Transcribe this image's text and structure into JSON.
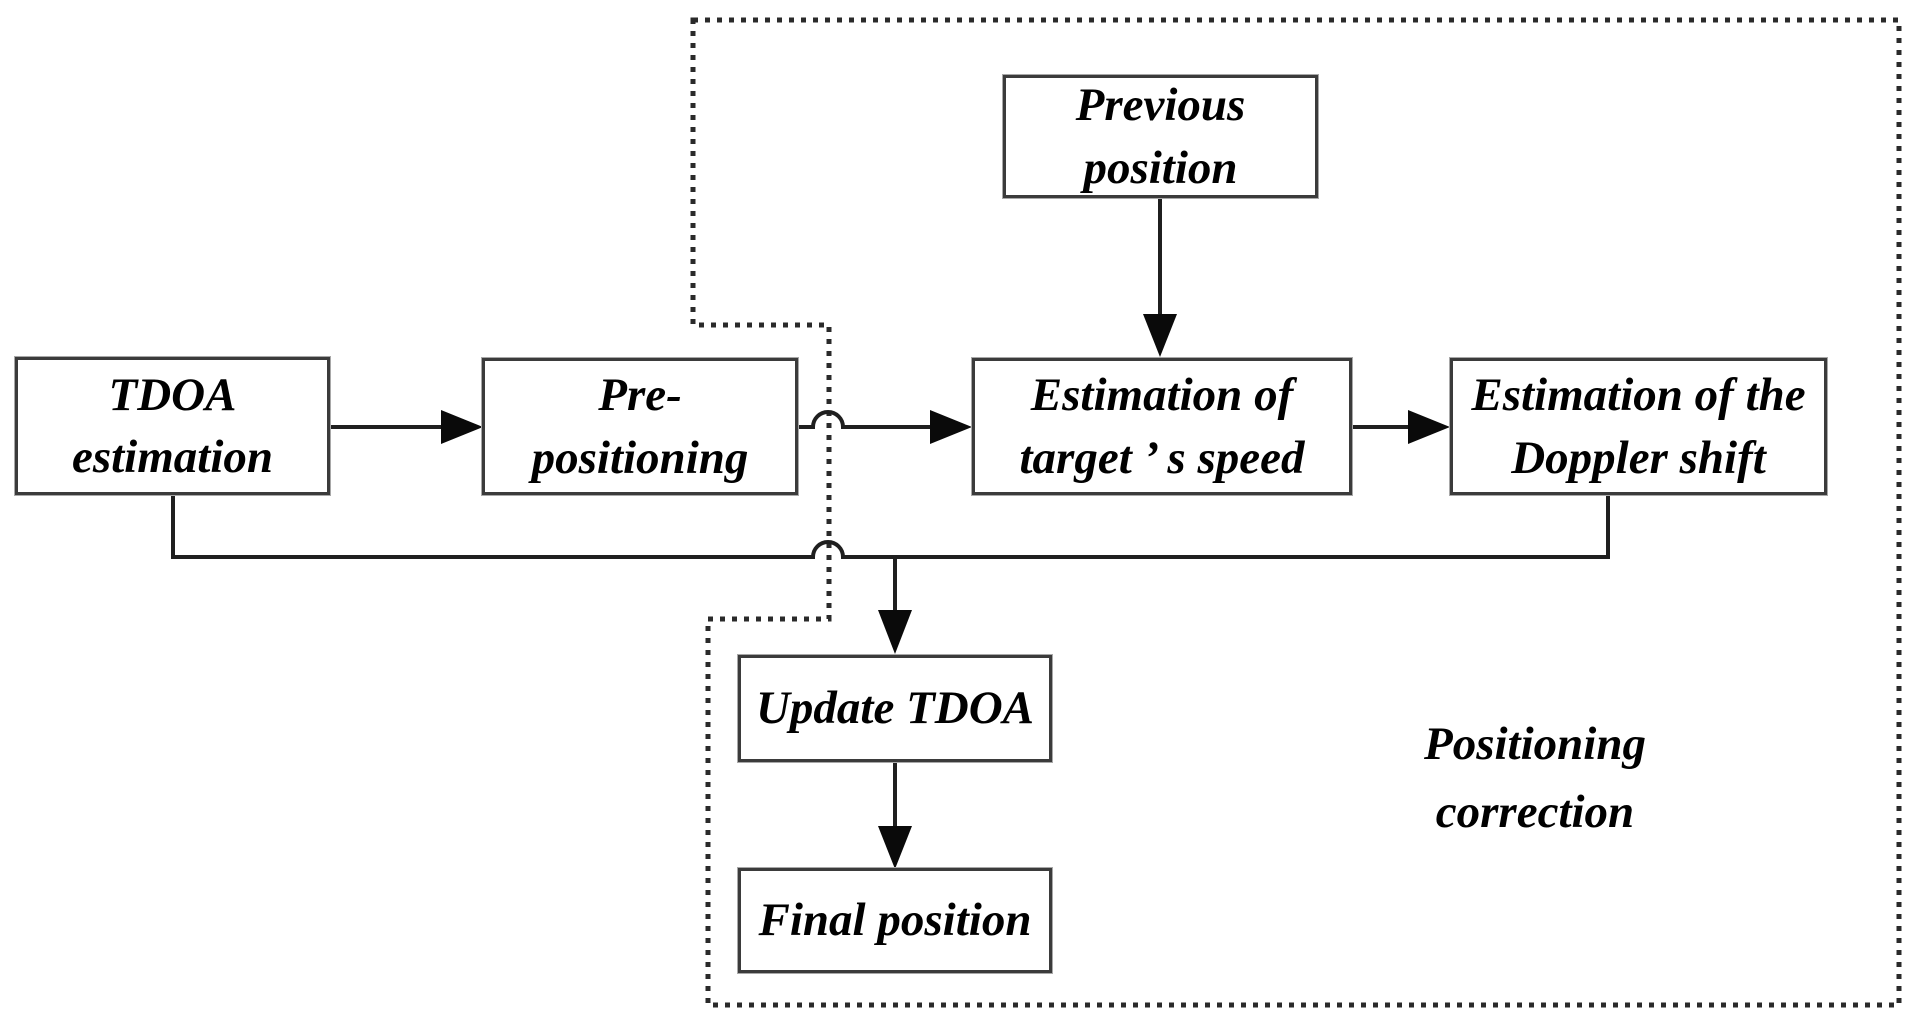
{
  "diagram": {
    "boxes": {
      "tdoa": {
        "label": "TDOA\nestimation"
      },
      "prepos": {
        "label": "Pre-\npositioning"
      },
      "prev": {
        "label": "Previous\nposition"
      },
      "speed": {
        "label": "Estimation of\ntarget ’ s speed"
      },
      "doppler": {
        "label": "Estimation of the\nDoppler shift"
      },
      "update": {
        "label": "Update TDOA"
      },
      "final": {
        "label": "Final position"
      }
    },
    "region": {
      "label": "Positioning\ncorrection"
    },
    "edges": [
      {
        "from": "tdoa",
        "to": "prepos",
        "type": "arrow"
      },
      {
        "from": "prepos",
        "to": "speed",
        "type": "arrow-with-hop-over-dotted-border"
      },
      {
        "from": "prev",
        "to": "speed",
        "type": "arrow"
      },
      {
        "from": "speed",
        "to": "doppler",
        "type": "arrow"
      },
      {
        "from": "tdoa",
        "to": "update",
        "type": "arrow-via-bottom-collector-line"
      },
      {
        "from": "doppler",
        "to": "update",
        "type": "arrow-via-bottom-collector-line"
      },
      {
        "from": "update",
        "to": "final",
        "type": "arrow"
      }
    ],
    "colors": {
      "background": "#ffffff",
      "line": "#1f1f1f",
      "box_border": "#3b3b3b",
      "dotted_border": "#2a2a2a",
      "text": "#000000"
    }
  }
}
